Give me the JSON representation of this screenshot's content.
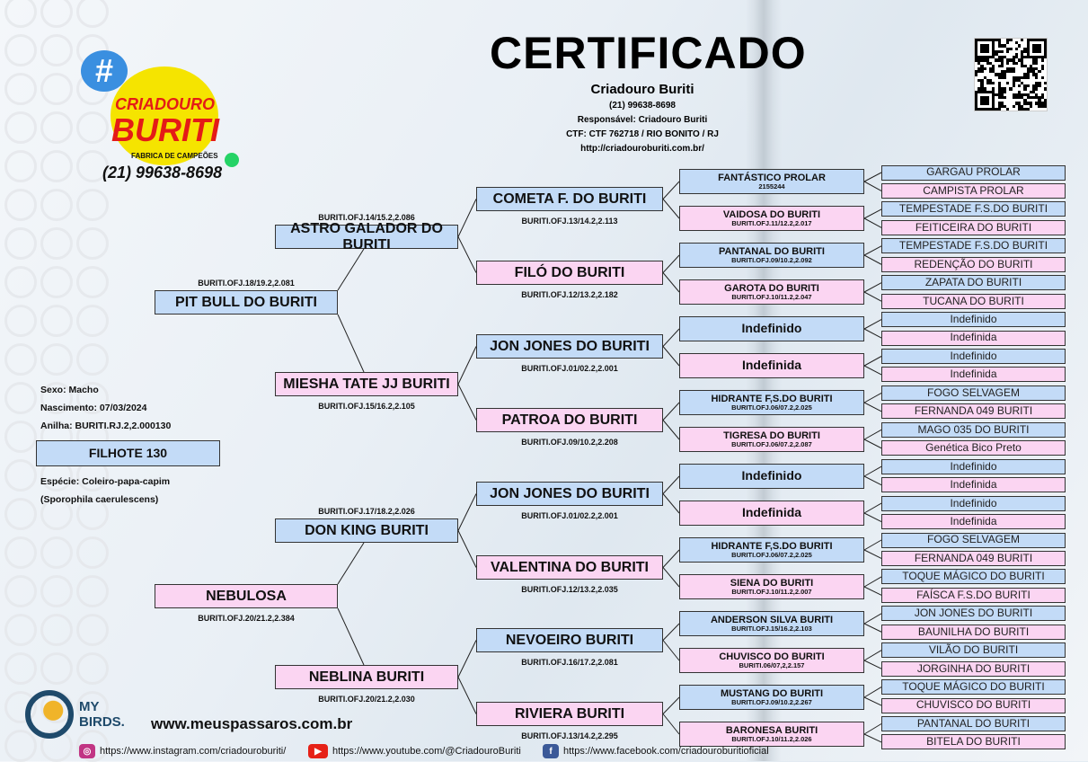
{
  "header": {
    "title": "CERTIFICADO",
    "breeder": "Criadouro Buriti",
    "phone": "(21) 99638-8698",
    "responsible": "Responsável: Criadouro Buriti",
    "ctf": "CTF: CTF 762718 / RIO BONITO / RJ",
    "website": "http://criadouroburiti.com.br/"
  },
  "logo": {
    "line1": "CRIADOURO",
    "line2": "BURITI",
    "tagline": "FABRICA DE CAMPEÕES",
    "phone": "(21) 99638-8698"
  },
  "subject": {
    "sex": "Sexo: Macho",
    "birth": "Nascimento: 07/03/2024",
    "ring": "Anilha: BURITI.RJ.2,2.000130",
    "name": "FILHOTE 130",
    "species": "Espécie: Coleiro-papa-capim",
    "scientific": "(Sporophila caerulescens)"
  },
  "gen1": [
    {
      "name": "PIT BULL DO BURITI",
      "ring": "BURITI.OFJ.18/19.2,2.081"
    },
    {
      "name": "NEBULOSA",
      "ring": "BURITI.OFJ.20/21.2,2.384"
    }
  ],
  "gen2": [
    {
      "name": "ASTRO GALADOR DO BURITI",
      "ring": "BURITI.OFJ.14/15.2,2.086"
    },
    {
      "name": "MIESHA TATE JJ BURITI",
      "ring": "BURITI.OFJ.15/16.2,2.105"
    },
    {
      "name": "DON KING BURITI",
      "ring": "BURITI.OFJ.17/18.2,2.026"
    },
    {
      "name": "NEBLINA BURITI",
      "ring": "BURITI.OFJ.20/21.2,2.030"
    }
  ],
  "gen3": [
    {
      "name": "COMETA F. DO BURITI",
      "ring": "BURITI.OFJ.13/14.2,2.113"
    },
    {
      "name": "FILÓ DO BURITI",
      "ring": "BURITI.OFJ.12/13.2,2.182"
    },
    {
      "name": "JON JONES DO BURITI",
      "ring": "BURITI.OFJ.01/02.2,2.001"
    },
    {
      "name": "PATROA DO BURITI",
      "ring": "BURITI.OFJ.09/10.2,2.208"
    },
    {
      "name": "JON JONES DO BURITI",
      "ring": "BURITI.OFJ.01/02.2,2.001"
    },
    {
      "name": "VALENTINA DO BURITI",
      "ring": "BURITI.OFJ.12/13.2,2.035"
    },
    {
      "name": "NEVOEIRO BURITI",
      "ring": "BURITI.OFJ.16/17.2,2.081"
    },
    {
      "name": "RIVIERA BURITI",
      "ring": "BURITI.OFJ.13/14.2,2.295"
    }
  ],
  "gen4": [
    {
      "name": "FANTÁSTICO PROLAR",
      "ring": "2155244"
    },
    {
      "name": "VAIDOSA DO BURITI",
      "ring": "BURITI.OFJ.11/12.2,2.017"
    },
    {
      "name": "PANTANAL DO BURITI",
      "ring": "BURITI.OFJ.09/10.2,2.092"
    },
    {
      "name": "GAROTA DO BURITI",
      "ring": "BURITI.OFJ.10/11.2,2.047"
    },
    {
      "name": "Indefinido",
      "ring": ""
    },
    {
      "name": "Indefinida",
      "ring": ""
    },
    {
      "name": "HIDRANTE F,S.DO BURITI",
      "ring": "BURITI.OFJ.06/07.2,2.025"
    },
    {
      "name": "TIGRESA DO BURITI",
      "ring": "BURITI.OFJ.06/07.2,2.087"
    },
    {
      "name": "Indefinido",
      "ring": ""
    },
    {
      "name": "Indefinida",
      "ring": ""
    },
    {
      "name": "HIDRANTE F,S.DO BURITI",
      "ring": "BURITI.OFJ.06/07.2,2.025"
    },
    {
      "name": "SIENA DO BURITI",
      "ring": "BURITI.OFJ.10/11.2,2.007"
    },
    {
      "name": "ANDERSON SILVA BURITI",
      "ring": "BURITI.OFJ.15/16.2,2.103"
    },
    {
      "name": "CHUVISCO DO BURITI",
      "ring": "BURITI.06/07,2,2.157"
    },
    {
      "name": "MUSTANG DO BURITI",
      "ring": "BURITI.OFJ.09/10.2,2.267"
    },
    {
      "name": "BARONESA BURITI",
      "ring": "BURITI.OFJ.10/11.2,2.026"
    }
  ],
  "gen5": [
    "GARGAU PROLAR",
    "CAMPISTA PROLAR",
    "TEMPESTADE F.S.DO BURITI",
    "FEITICEIRA DO BURITI",
    "TEMPESTADE F.S.DO BURITI",
    "REDENÇÃO DO BURITI",
    "ZAPATA DO BURITI",
    "TUCANA DO BURITI",
    "Indefinido",
    "Indefinida",
    "Indefinido",
    "Indefinida",
    "FOGO SELVAGEM",
    "FERNANDA 049 BURITI",
    "MAGO 035 DO BURITI",
    "Genética Bico Preto",
    "Indefinido",
    "Indefinida",
    "Indefinido",
    "Indefinida",
    "FOGO SELVAGEM",
    "FERNANDA 049 BURITI",
    "TOQUE MÁGICO DO BURITI",
    "FAÍSCA F.S.DO BURITI",
    "JON JONES DO BURITI",
    "BAUNILHA DO BURITI",
    "VILÃO DO BURITI",
    "JORGINHA DO BURITI",
    "TOQUE MÁGICO DO BURITI",
    "CHUVISCO DO BURITI",
    "PANTANAL DO BURITI",
    "BITELA DO BURITI"
  ],
  "footer": {
    "brand_top": "MY",
    "brand_bottom": "BIRDS.",
    "site": "www.meuspassaros.com.br",
    "instagram": "https://www.instagram.com/criadouroburiti/",
    "youtube": "https://www.youtube.com/@CriadouroBuriti",
    "facebook": "https://www.facebook.com/criadouroburitioficial"
  },
  "colors": {
    "male": "#c3dbf7",
    "female": "#fbd5f2"
  }
}
